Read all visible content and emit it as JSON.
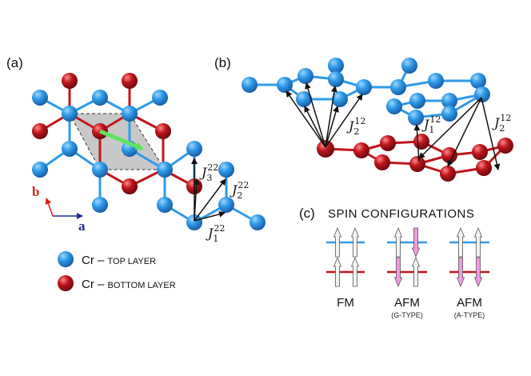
{
  "panels": {
    "a": {
      "label": "(a)"
    },
    "b": {
      "label": "(b)"
    },
    "c": {
      "label": "(c)",
      "title": "SPIN CONFIGURATIONS"
    }
  },
  "axes": {
    "b_label": "b",
    "a_label": "a"
  },
  "couplings": {
    "J3_22": {
      "symbol": "J",
      "sub": "3",
      "sup": "22"
    },
    "J2_22": {
      "symbol": "J",
      "sub": "2",
      "sup": "22"
    },
    "J1_22": {
      "symbol": "J",
      "sub": "1",
      "sup": "22"
    },
    "J2_12": {
      "symbol": "J",
      "sub": "2",
      "sup": "12"
    },
    "J1_12": {
      "symbol": "J",
      "sub": "1",
      "sup": "12"
    },
    "J2_12_right": {
      "symbol": "J",
      "sub": "2",
      "sup": "12"
    }
  },
  "legend": {
    "top": {
      "element": "Cr",
      "dash": " – ",
      "layer": "TOP LAYER",
      "color": "#2f9be8"
    },
    "bottom": {
      "element": "Cr",
      "dash": " – ",
      "layer": "BOTTOM LAYER",
      "color": "#c0161b"
    }
  },
  "configurations": [
    {
      "name": "FM",
      "sub": ""
    },
    {
      "name": "AFM",
      "sub": "(G-TYPE)"
    },
    {
      "name": "AFM",
      "sub": "(A-TYPE)"
    }
  ],
  "colors": {
    "top_atom": "#2f9be8",
    "bottom_atom": "#c0161b",
    "spin_up": "#f4f4f4",
    "spin_down": "#f29be0",
    "bond_top": "#2f9be8",
    "bond_bottom": "#c0161b",
    "cell_fill": "#c8c8c8",
    "nn_arrow": "#5ee35e"
  }
}
